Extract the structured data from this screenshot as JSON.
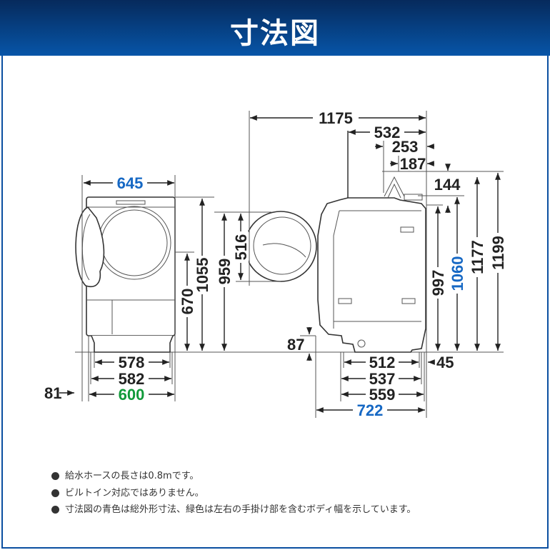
{
  "header": {
    "title": "寸法図"
  },
  "front_view": {
    "width_total": "645",
    "height_total": "1055",
    "door_height": "670",
    "porthole_top": "959",
    "door_open_offset": "81",
    "base_inner": "578",
    "base_mid": "582",
    "body_width": "600"
  },
  "side_view": {
    "depth_door_open": "1175",
    "top_depth": "532",
    "hose_depth_a": "253",
    "hose_depth_b": "187",
    "hose_height_diff": "144",
    "door_diameter": "516",
    "height_997": "997",
    "height_1060": "1060",
    "height_1177": "1177",
    "height_1199": "1199",
    "base_clearance": "87",
    "rear_gap": "45",
    "foot_512": "512",
    "foot_537": "537",
    "foot_559": "559",
    "depth_total": "722"
  },
  "notes": [
    "給水ホースの長さは0.8mです。",
    "ビルトイン対応ではありません。",
    "寸法図の青色は総外形寸法、緑色は左右の手掛け部を含むボディ幅を示しています。"
  ],
  "colors": {
    "header": "#0755a8",
    "blue_dim": "#1668c4",
    "green_dim": "#119a3a"
  }
}
